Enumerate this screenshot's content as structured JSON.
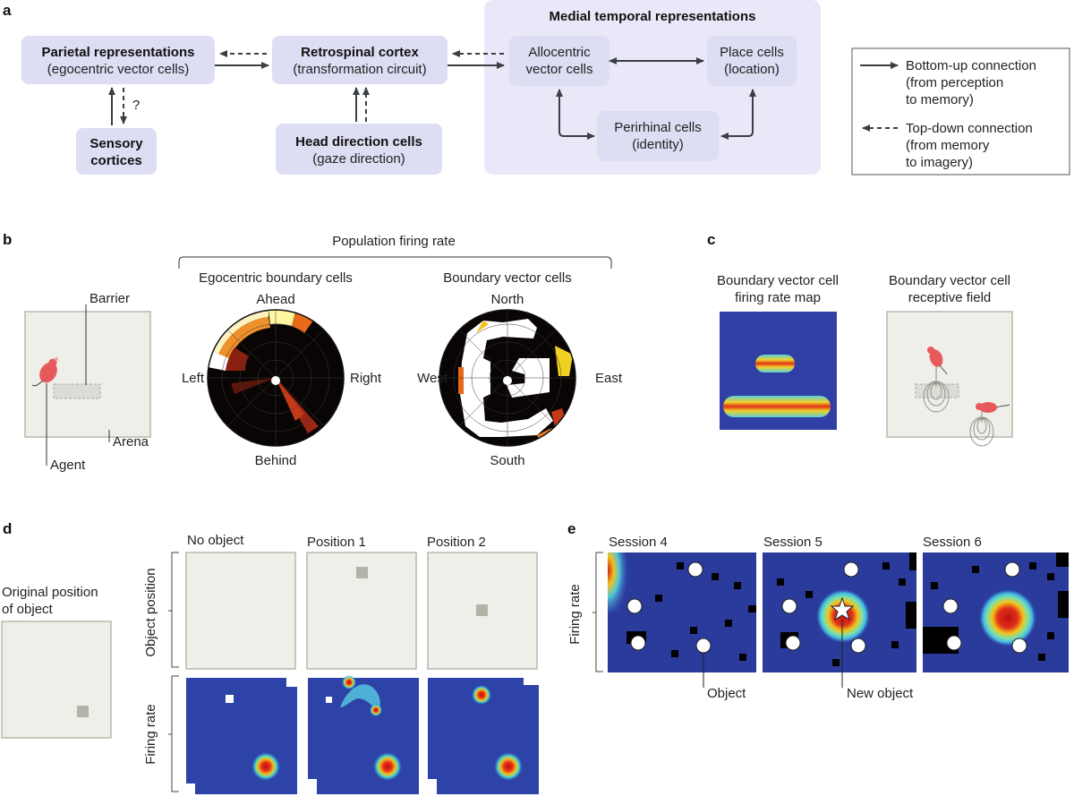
{
  "panel_labels": [
    "a",
    "b",
    "c",
    "d",
    "e"
  ],
  "a": {
    "mtl_title": "Medial temporal representations",
    "parietal": {
      "title": "Parietal representations",
      "sub": "(egocentric vector cells)"
    },
    "retrospinal": {
      "title": "Retrospinal cortex",
      "sub": "(transformation circuit)"
    },
    "sensory": {
      "line1": "Sensory",
      "line2": "cortices"
    },
    "head_dir": {
      "title": "Head direction cells",
      "sub": "(gaze direction)"
    },
    "allocentric": {
      "line1": "Allocentric",
      "line2": "vector cells"
    },
    "place": {
      "line1": "Place cells",
      "line2": "(location)"
    },
    "perirhinal": {
      "line1": "Perirhinal cells",
      "line2": "(identity)"
    },
    "question": "?",
    "legend": {
      "bottom_up": [
        "Bottom-up connection",
        "(from perception",
        "to memory)"
      ],
      "top_down": [
        "Top-down connection",
        "(from memory",
        "to imagery)"
      ]
    }
  },
  "b": {
    "population": "Population firing rate",
    "ebc_title": "Egocentric boundary cells",
    "bvc_title": "Boundary vector cells",
    "barrier": "Barrier",
    "arena": "Arena",
    "agent": "Agent",
    "ebc_dirs": {
      "top": "Ahead",
      "bottom": "Behind",
      "left": "Left",
      "right": "Right"
    },
    "bvc_dirs": {
      "top": "North",
      "bottom": "South",
      "left": "West",
      "right": "East"
    }
  },
  "c": {
    "map_title": [
      "Boundary vector cell",
      "firing rate map"
    ],
    "rf_title": [
      "Boundary vector cell",
      "receptive field"
    ]
  },
  "d": {
    "original": [
      "Original position",
      "of object"
    ],
    "col_titles": [
      "No object",
      "Position 1",
      "Position 2"
    ],
    "row_object": "Object position",
    "row_firing": "Firing rate"
  },
  "e": {
    "col_titles": [
      "Session 4",
      "Session 5",
      "Session 6"
    ],
    "row_firing": "Firing rate",
    "object": "Object",
    "new_object": "New object"
  },
  "colors": {
    "box": "#ddddf3",
    "mtl": "#eae8f8",
    "arena": "#efefea",
    "arrow": "#3a3f44",
    "agent": "#e7595b",
    "heat_low": "#2c3da3",
    "heat_high": "#d42020"
  }
}
